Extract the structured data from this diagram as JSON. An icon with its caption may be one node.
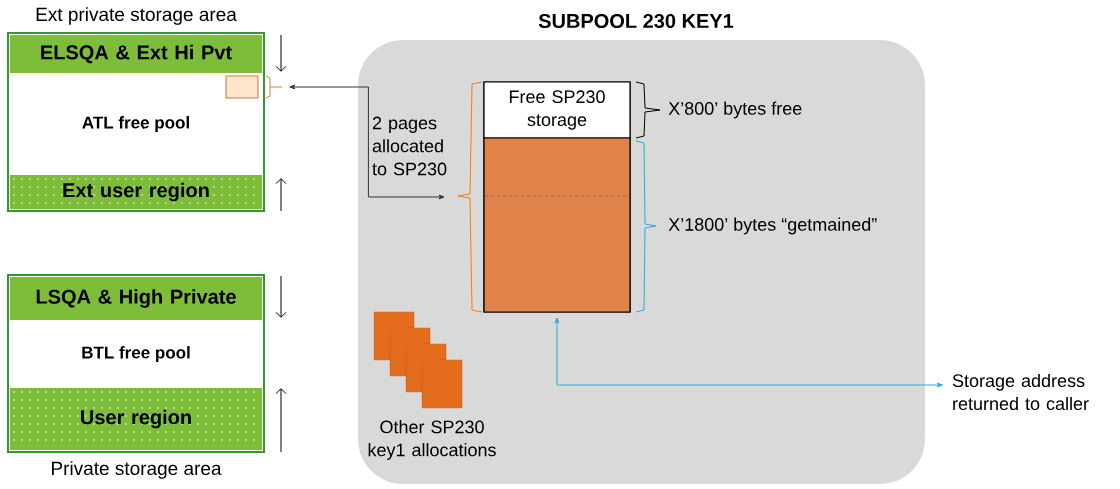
{
  "diagram": {
    "title": "SUBPOOL 230 KEY1",
    "nodes": [
      {
        "text": [
          "Ext private storage area"
        ]
      },
      {
        "text": [
          "ELSQA & Ext Hi Pvt"
        ],
        "in": 0
      },
      {
        "text": [
          "ATL free pool"
        ],
        "in": 0
      },
      {
        "text": [
          "Ext user region"
        ],
        "in": 0
      },
      {
        "text": [],
        "shape": "box",
        "in": 0
      },
      {
        "text": [
          "Private storage area"
        ]
      },
      {
        "text": [
          "LSQA & High Private"
        ],
        "in": 5
      },
      {
        "text": [
          "BTL free pool"
        ],
        "in": 5
      },
      {
        "text": [
          "User region"
        ],
        "in": 5
      },
      {
        "text": [],
        "shape": "box"
      },
      {
        "text": [
          "Free SP230 storage"
        ],
        "in": 9
      },
      {
        "text": [],
        "shape": "box",
        "in": 9
      },
      {
        "text": [
          "Storage address returned to caller"
        ]
      }
    ],
    "edges": [
      {
        "from": 4,
        "to": 9,
        "arrow": "both",
        "label": "2 pages allocated to SP230"
      },
      {
        "from": 11,
        "to": 12,
        "arrow": "both",
        "color": "#29abe2"
      }
    ],
    "labels": [
      "X’800’ bytes free",
      "X’1800’ bytes “getmained”",
      "Other SP230 key1 allocations"
    ]
  }
}
